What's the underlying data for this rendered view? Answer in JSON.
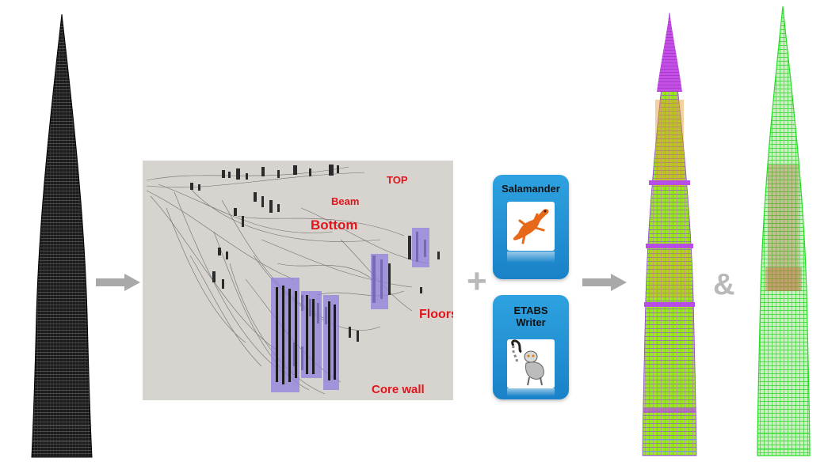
{
  "labels": {
    "top": "TOP",
    "beam": "Beam",
    "bottom": "Bottom",
    "floors": "Floors",
    "core_wall": "Core wall"
  },
  "plugins": [
    {
      "title": "Salamander",
      "icon": "salamander-icon"
    },
    {
      "title": "ETABS\nWriter",
      "icon": "lemur-icon"
    }
  ],
  "symbols": {
    "plus": "+",
    "ampersand": "&"
  },
  "colors": {
    "label_red": "#e3141b",
    "tile_blue": "#1a82c8",
    "arrow_gray": "#a9a9a9",
    "mesh_black": "#111111",
    "analysis_purple": "#b84ce6",
    "analysis_green": "#7fe000",
    "analysis_orange": "#e39a2a",
    "result_green": "#20e020"
  }
}
